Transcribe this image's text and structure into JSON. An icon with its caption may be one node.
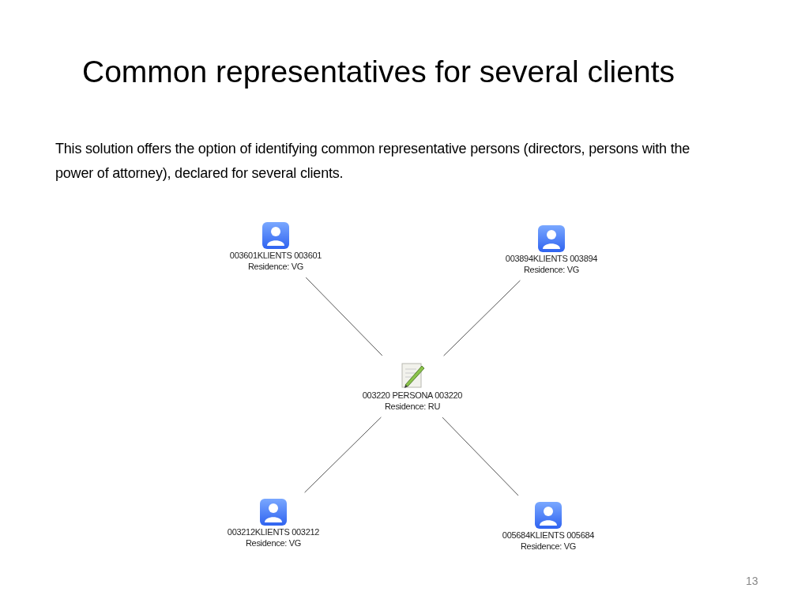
{
  "diagram": {
    "title": "Common representatives for several clients",
    "nodes": [
      {
        "text": [
          "003601KLIENTS 003601",
          "Residence: VG"
        ]
      },
      {
        "text": [
          "003894KLIENTS 003894",
          "Residence: VG"
        ]
      },
      {
        "text": [
          "003220 PERSONA 003220",
          "Residence: RU"
        ]
      },
      {
        "text": [
          "003212KLIENTS 003212",
          "Residence: VG"
        ]
      },
      {
        "text": [
          "005684KLIENTS 005684",
          "Residence: VG"
        ]
      }
    ],
    "edges": [
      {
        "from": 0,
        "to": 2,
        "arrow": "none"
      },
      {
        "from": 1,
        "to": 2,
        "arrow": "none"
      },
      {
        "from": 2,
        "to": 3,
        "arrow": "none"
      },
      {
        "from": 2,
        "to": 4,
        "arrow": "none"
      }
    ],
    "labels": [
      "This solution offers the option of identifying common representative persons (directors, persons with the power of attorney), declared for several clients.",
      "13"
    ]
  }
}
